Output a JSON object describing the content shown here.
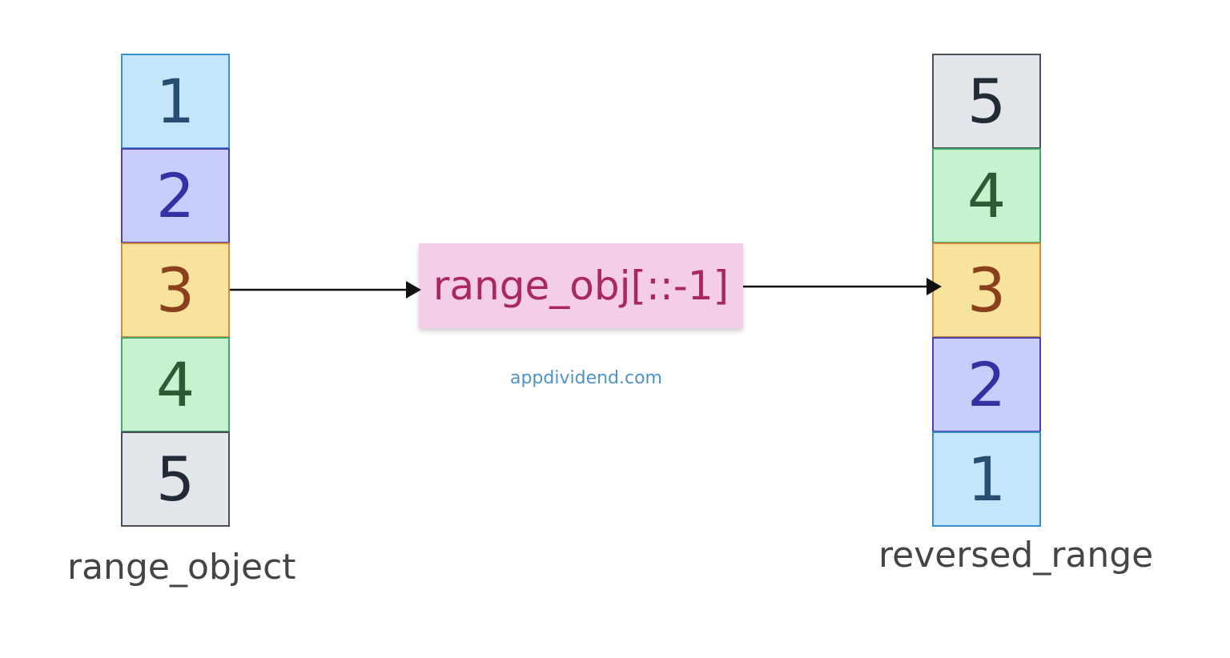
{
  "range_object": {
    "label": "range_object",
    "items": [
      {
        "value": "1",
        "bg": "#c5e5fa",
        "border": "#3a8fcf",
        "color": "#274d72"
      },
      {
        "value": "2",
        "bg": "#c9cdfb",
        "border": "#4b3fb2",
        "color": "#3730a3"
      },
      {
        "value": "3",
        "bg": "#f8e39d",
        "border": "#d68a3a",
        "color": "#8a3f1d"
      },
      {
        "value": "4",
        "bg": "#c7f2d0",
        "border": "#42a86a",
        "color": "#2f5a34"
      },
      {
        "value": "5",
        "bg": "#e2e6eb",
        "border": "#4a4f57",
        "color": "#222a36"
      }
    ]
  },
  "operation": {
    "label": "range_obj[::-1]",
    "bg": "#f4cde6",
    "color": "#a8285f"
  },
  "reversed_range": {
    "label": "reversed_range",
    "items": [
      {
        "value": "5",
        "bg": "#e2e6eb",
        "border": "#4a4f57",
        "color": "#222a36"
      },
      {
        "value": "4",
        "bg": "#c7f2d0",
        "border": "#42a86a",
        "color": "#2f5a34"
      },
      {
        "value": "3",
        "bg": "#f8e39d",
        "border": "#d68a3a",
        "color": "#8a3f1d"
      },
      {
        "value": "2",
        "bg": "#c9cdfb",
        "border": "#4b3fb2",
        "color": "#3730a3"
      },
      {
        "value": "1",
        "bg": "#c5e5fa",
        "border": "#3a8fcf",
        "color": "#274d72"
      }
    ]
  },
  "watermark": "appdividend.com"
}
